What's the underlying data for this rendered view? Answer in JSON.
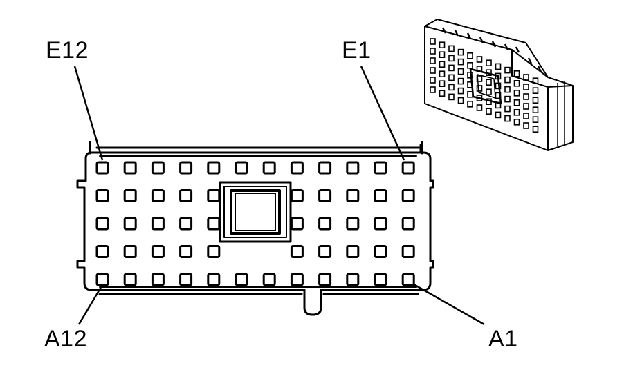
{
  "diagram": {
    "labels": {
      "top_left": "E12",
      "top_right": "E1",
      "bottom_left": "A12",
      "bottom_right": "A1"
    },
    "connector_face": {
      "rows": 5,
      "columns": 12
    }
  }
}
